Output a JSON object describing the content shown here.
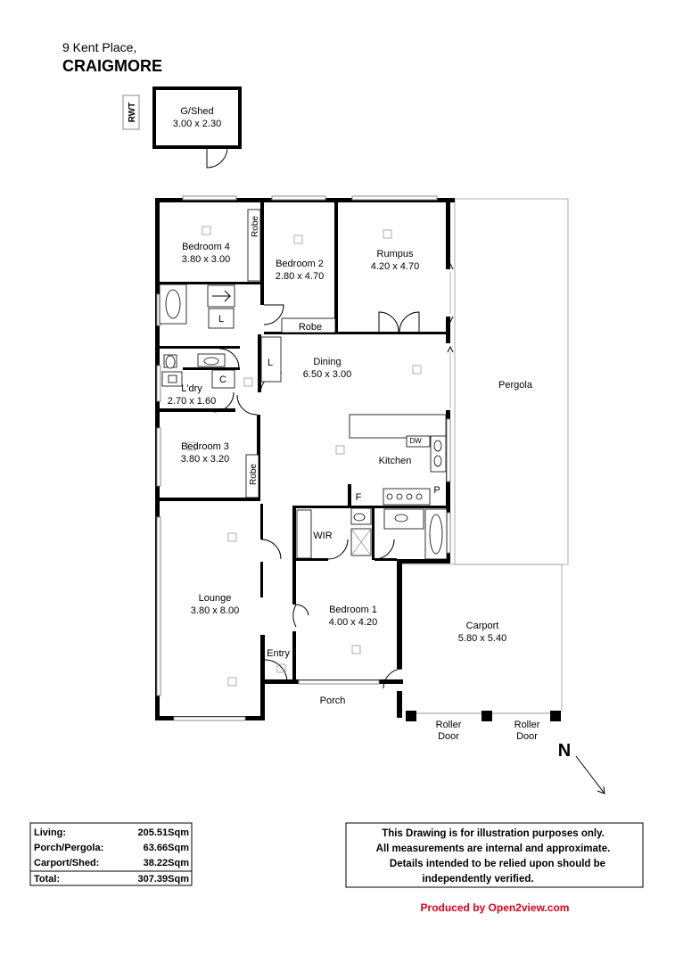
{
  "header": {
    "address_line": "9 Kent Place,",
    "suburb": "CRAIGMORE"
  },
  "rooms": {
    "rwt": "RWT",
    "shed": {
      "name": "G/Shed",
      "dims": "3.00 x 2.30"
    },
    "bedroom4": {
      "name": "Bedroom 4",
      "dims": "3.80 x 3.00"
    },
    "robe_b4": "Robe",
    "bedroom2": {
      "name": "Bedroom 2",
      "dims": "2.80 x 4.70"
    },
    "rumpus": {
      "name": "Rumpus",
      "dims": "4.20 x 4.70"
    },
    "linen1": "L",
    "robe_b2": "Robe",
    "dining": {
      "name": "Dining",
      "dims": "6.50 x 3.00"
    },
    "linen2": "L",
    "cupboard": "C",
    "laundry": {
      "name": "L'dry",
      "dims": "2.70 x 1.60"
    },
    "pergola": "Pergola",
    "bedroom3": {
      "name": "Bedroom 3",
      "dims": "3.80 x 3.20"
    },
    "robe_b3": "Robe",
    "dw": "DW",
    "kitchen": "Kitchen",
    "fridge": "F",
    "pantry": "P",
    "wir": "WIR",
    "lounge": {
      "name": "Lounge",
      "dims": "3.80 x 8.00"
    },
    "bedroom1": {
      "name": "Bedroom 1",
      "dims": "4.00 x 4.20"
    },
    "carport": {
      "name": "Carport",
      "dims": "5.80 x 5.40"
    },
    "entry": "Entry",
    "porch": "Porch",
    "roller_door_1": [
      "Roller",
      "Door"
    ],
    "roller_door_2": [
      "Roller",
      "Door"
    ]
  },
  "north_label": "N",
  "areas": [
    {
      "label": "Living:",
      "value": "205.51Sqm"
    },
    {
      "label": "Porch/Pergola:",
      "value": "63.66Sqm"
    },
    {
      "label": "Carport/Shed:",
      "value": "38.22Sqm"
    },
    {
      "label": "Total:",
      "value": "307.39Sqm"
    }
  ],
  "disclaimer": [
    "This Drawing is for illustration purposes only.",
    "All measurements are internal and approximate.",
    "Details intended to be relied upon should be",
    "independently verified."
  ],
  "produced_by": "Produced by Open2view.com",
  "colors": {
    "wall": "#000000",
    "credit": "#e0001b"
  }
}
